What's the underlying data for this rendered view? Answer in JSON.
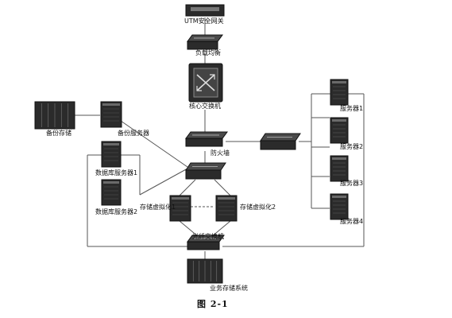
{
  "nodes": {
    "utm_gateway": {
      "label": "UTM安全网关",
      "icon": "firewall-icon"
    },
    "load_balancer": {
      "label": "负载均衡",
      "icon": "load-balancer-icon"
    },
    "core_switch": {
      "label": "核心交换机",
      "icon": "core-switch-icon"
    },
    "access_switch": {
      "label": "防火墙",
      "icon": "switch-icon"
    },
    "right_switch": {
      "label": "",
      "icon": "switch-icon"
    },
    "backup_storage": {
      "label": "备份存储",
      "icon": "storage-array-icon"
    },
    "backup_server": {
      "label": "备份服务器",
      "icon": "server-icon"
    },
    "db_server_1": {
      "label": "数据库服务器1",
      "icon": "server-icon"
    },
    "db_server_2": {
      "label": "数据库服务器2",
      "icon": "server-icon"
    },
    "mid_switch": {
      "label": "",
      "icon": "switch-icon"
    },
    "storage_gw_1": {
      "label": "存储虚拟化1",
      "icon": "server-icon"
    },
    "storage_gw_2": {
      "label": "存储虚拟化2",
      "icon": "server-icon"
    },
    "san_switch": {
      "label": "光纤交换机",
      "icon": "switch-icon"
    },
    "biz_storage": {
      "label": "业务存储系统",
      "icon": "storage-array-icon"
    },
    "app_server_1": {
      "label": "服务器1",
      "icon": "server-icon"
    },
    "app_server_2": {
      "label": "服务器2",
      "icon": "server-icon"
    },
    "app_server_3": {
      "label": "服务器3",
      "icon": "server-icon"
    },
    "app_server_4": {
      "label": "服务器4",
      "icon": "server-icon"
    }
  },
  "caption": "图 2-1",
  "colors": {
    "line": "#555555",
    "device": "#2b2b2b",
    "device_light": "#6a6a6a"
  }
}
